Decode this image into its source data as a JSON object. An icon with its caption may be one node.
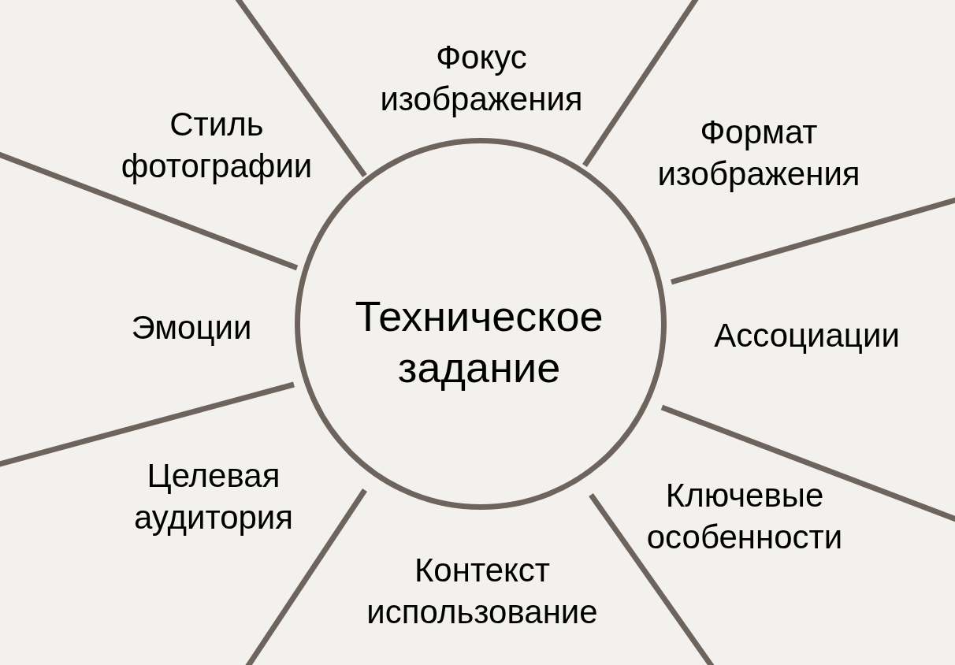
{
  "diagram": {
    "nodes": [
      {
        "text": [
          "Техническое задание"
        ]
      },
      {
        "text": [
          "Фокус изображения"
        ]
      },
      {
        "text": [
          "Формат изображения"
        ]
      },
      {
        "text": [
          "Ассоциации"
        ]
      },
      {
        "text": [
          "Ключевые особенности"
        ]
      },
      {
        "text": [
          "Контекст использование"
        ]
      },
      {
        "text": [
          "Целевая аудитория"
        ]
      },
      {
        "text": [
          "Эмоции"
        ]
      },
      {
        "text": [
          "Стиль фотографии"
        ]
      }
    ]
  }
}
